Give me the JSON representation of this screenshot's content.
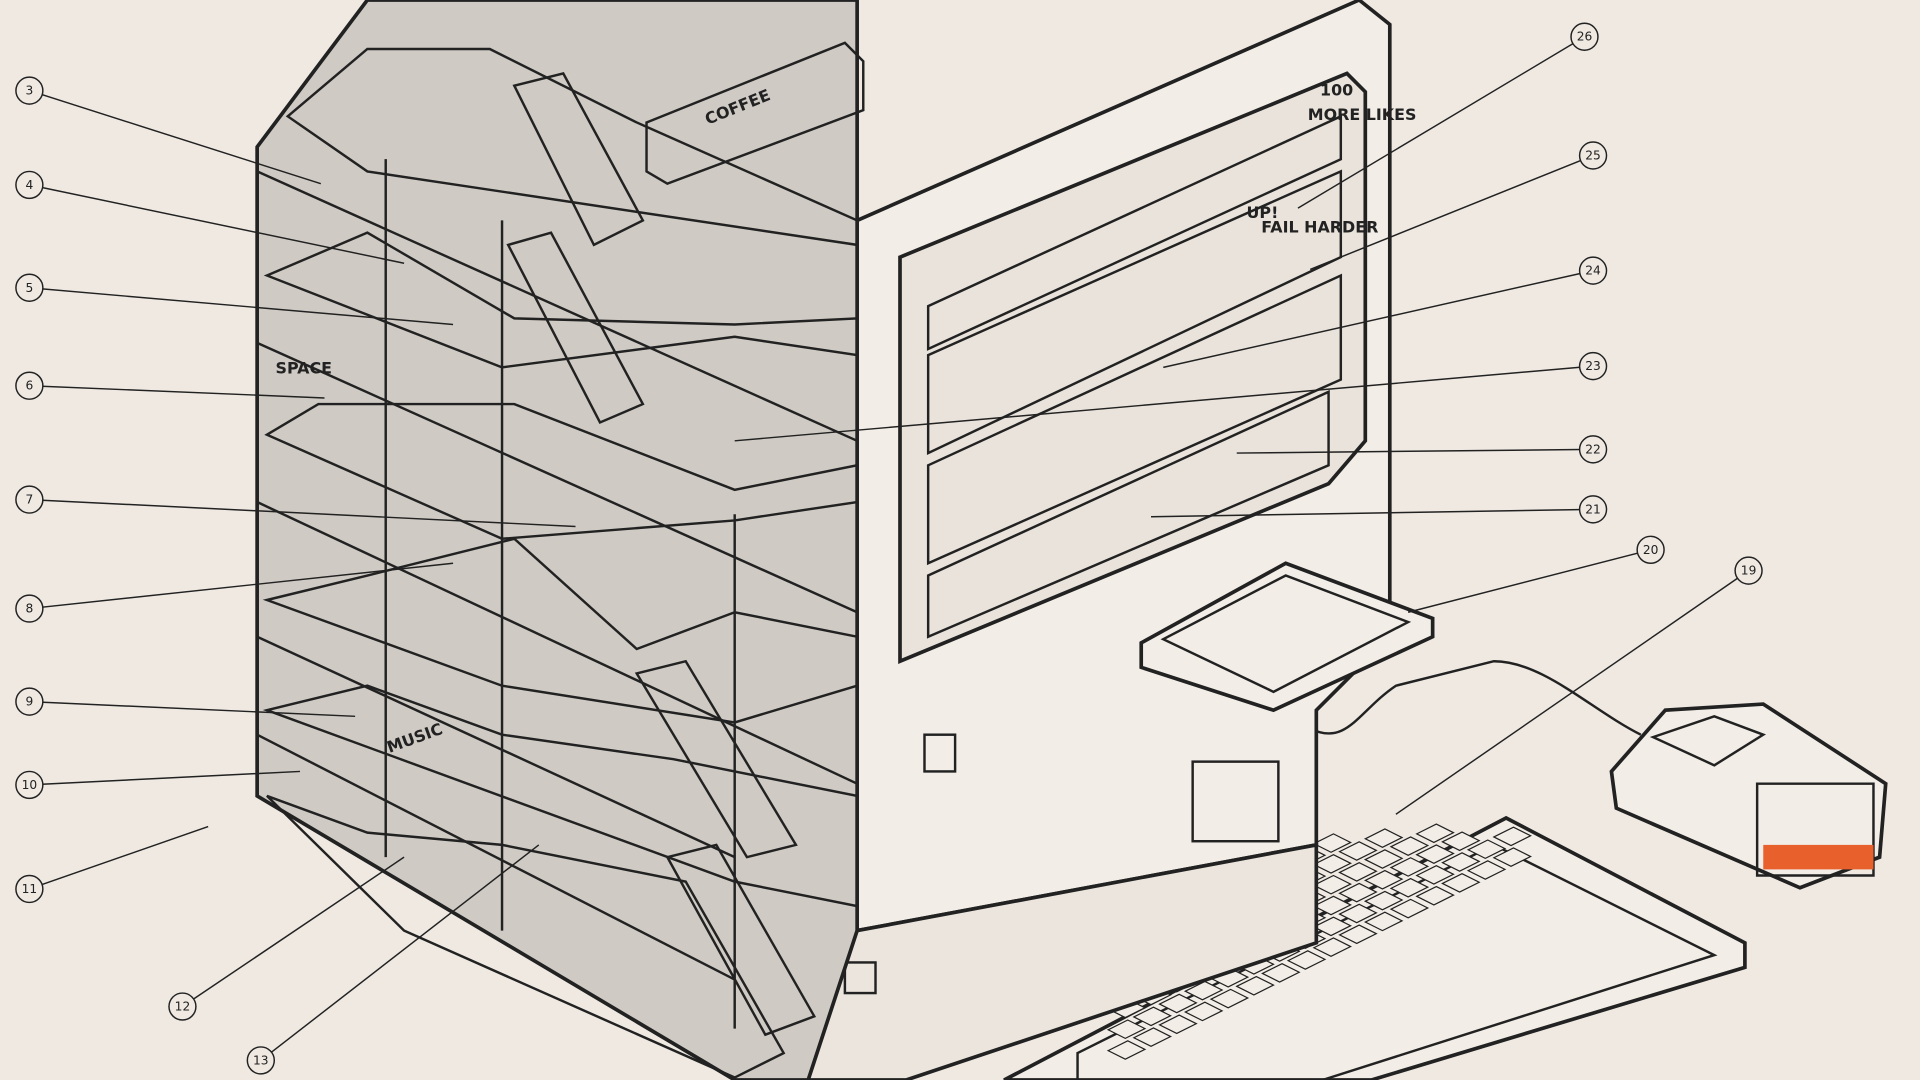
{
  "colors": {
    "background": "#efe9e2",
    "floor": "#e8602c",
    "wall": "#cfcac4",
    "casing": "#f2ede6",
    "line": "#222222"
  },
  "callouts": [
    "3",
    "4",
    "5",
    "6",
    "7",
    "8",
    "9",
    "10",
    "11",
    "12",
    "13",
    "19",
    "20",
    "21",
    "22",
    "23",
    "24",
    "25",
    "26"
  ],
  "signs": {
    "coffee": "COFFEE",
    "space": "SPACE",
    "music": "MUSIC",
    "fail_harder": "FAIL HARDER",
    "more_likes": "MORE LIKES",
    "likes_count": "100",
    "up": "UP!"
  }
}
